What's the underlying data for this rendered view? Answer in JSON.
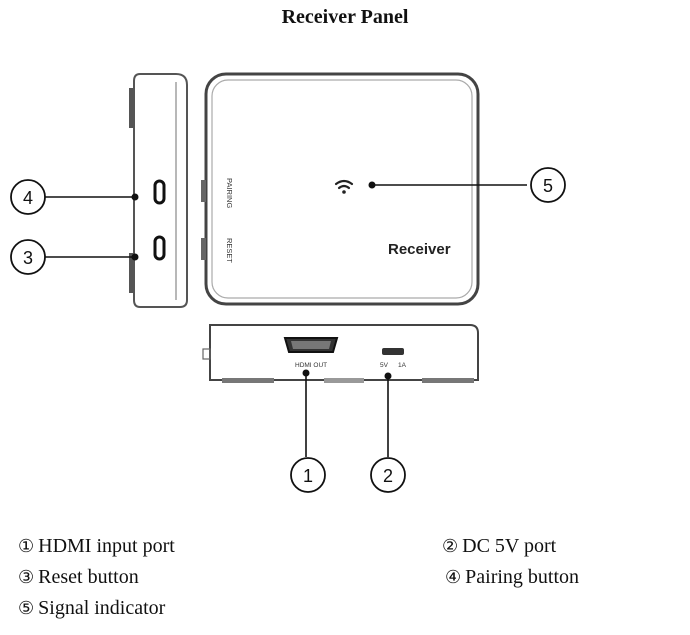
{
  "title": "Receiver Panel",
  "device": {
    "front_label": "Receiver",
    "side_labels": {
      "pairing": "PAIRING",
      "reset": "RESET"
    },
    "bottom_labels": {
      "hdmi": "HDMI OUT",
      "power_v": "5V",
      "power_a": "1A"
    }
  },
  "callouts": [
    "1",
    "2",
    "3",
    "4",
    "5"
  ],
  "legend": [
    {
      "num": "①",
      "text": "HDMI input port"
    },
    {
      "num": "②",
      "text": "DC 5V port"
    },
    {
      "num": "③",
      "text": "Reset button"
    },
    {
      "num": "④",
      "text": "Pairing button"
    },
    {
      "num": "⑤",
      "text": "Signal indicator"
    }
  ]
}
